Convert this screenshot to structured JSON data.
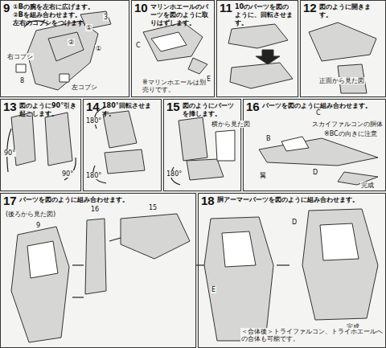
{
  "diagram": {
    "nodes": [
      {
        "text": [
          "9",
          "①Bの腕を左右に広げます。",
          "②Bを組み合わせます。",
          "左右のコブシをつけます。"
        ]
      },
      {
        "text": [
          "10",
          "マリンホエールのパーツを図のように取りはずします。"
        ]
      },
      {
        "text": [
          "11",
          "10のパーツを図のように、回転させます。"
        ]
      },
      {
        "text": [
          "12",
          "図のように開きます。"
        ]
      },
      {
        "text": [
          "13",
          "図のように90°引き起こします。"
        ]
      },
      {
        "text": [
          "14",
          "180°回転させます。"
        ]
      },
      {
        "text": [
          "15",
          "図のようにパーツを挿します。"
        ]
      },
      {
        "text": [
          "16",
          "パーツを図のように組み合わせます。"
        ]
      },
      {
        "text": [
          "17",
          "パーツを図のように組み合わせます。"
        ]
      },
      {
        "text": [
          "18",
          "胴アーマーパーツを図のように組み合わせます。"
        ]
      }
    ],
    "labels": [
      "3",
      "①",
      "②",
      "①",
      "右コブシ",
      "左コブシ",
      "8",
      "C",
      "E",
      "※マリンホエールは別売りです。",
      "正面から見た図",
      "90°",
      "90°",
      "180°",
      "180°",
      "180°",
      "横から見た図",
      "C",
      "スカイファルコンの胴体",
      "B",
      "D",
      "※BCの向きに注意",
      "翼",
      "完成",
      "(後ろから見た図)",
      "9",
      "16",
      "15",
      "E",
      "D",
      "完成",
      "＜合体後＞トライファルコン、トライホエールへの合体も可能です。"
    ]
  }
}
